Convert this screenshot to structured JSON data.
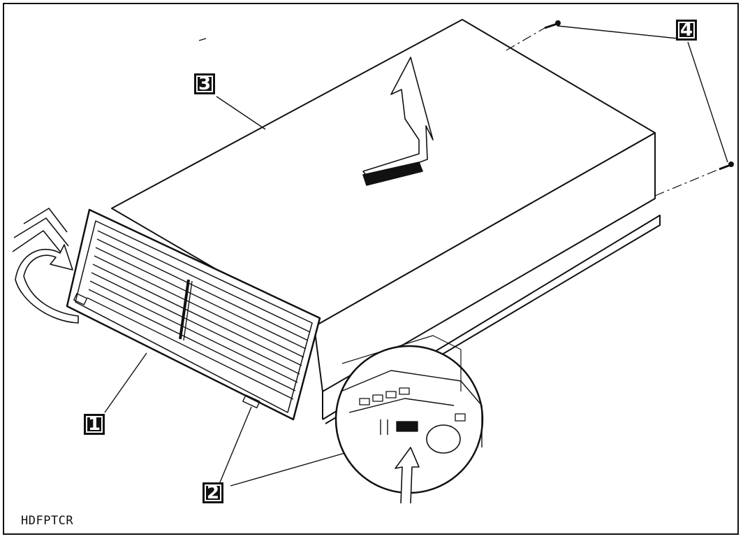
{
  "figure": {
    "id_label": "HDFPTCR"
  },
  "callouts": {
    "c1": "1",
    "c2": "2",
    "c3": "3",
    "c4": "4"
  },
  "colors": {
    "ink": "#111111",
    "paper": "#ffffff"
  }
}
